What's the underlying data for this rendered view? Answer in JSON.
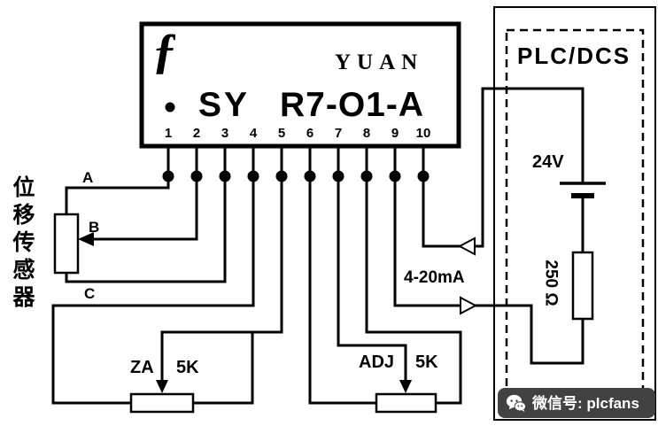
{
  "module": {
    "logo": "ƒ",
    "brand": "YUAN",
    "model_prefix": "SY",
    "model_suffix": "R7-O1-A",
    "pins": [
      "1",
      "2",
      "3",
      "4",
      "5",
      "6",
      "7",
      "8",
      "9",
      "10"
    ]
  },
  "sensor": {
    "label": "位移传感器",
    "terminals": {
      "a": "A",
      "b": "B",
      "c": "C"
    }
  },
  "za_pot": {
    "name": "ZA",
    "value": "5K"
  },
  "adj_pot": {
    "name": "ADJ",
    "value": "5K"
  },
  "plc": {
    "title": "PLC/DCS",
    "supply": "24V",
    "load_resistor": "250 Ω"
  },
  "signal": {
    "range": "4-20mA"
  },
  "watermark": {
    "text": "微信号: plcfans"
  },
  "colors": {
    "wire": "#000000",
    "background": "#ffffff",
    "watermark_bg": "#424242"
  }
}
